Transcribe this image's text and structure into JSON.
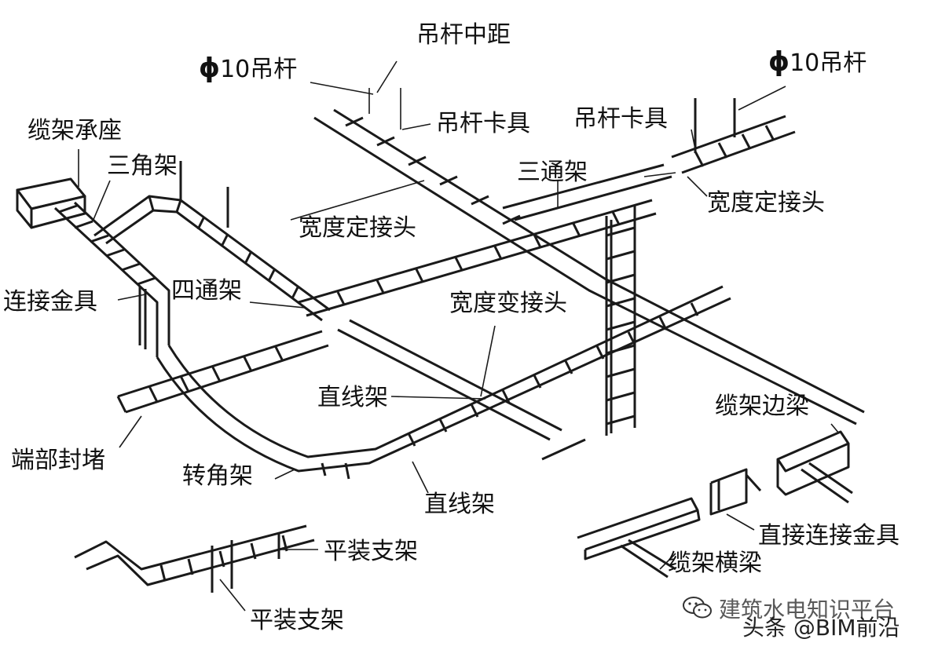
{
  "labels": {
    "hanger_spacing": "吊杆中距",
    "hanger_rod_left_sym": "ϕ",
    "hanger_rod_left_text": "10吊杆",
    "hanger_rod_right_sym": "ϕ",
    "hanger_rod_right_text": "10吊杆",
    "tray_support_seat": "缆架承座",
    "triangle_bracket": "三角架",
    "hanger_clamp_center": "吊杆卡具",
    "hanger_clamp_right": "吊杆卡具",
    "tee_tray": "三通架",
    "fixed_width_joint_right": "宽度定接头",
    "fixed_width_joint_center": "宽度定接头",
    "cross_tray": "四通架",
    "connection_fitting": "连接金具",
    "variable_width_joint": "宽度变接头",
    "straight_tray_center": "直线架",
    "end_cap": "端部封堵",
    "corner_tray": "转角架",
    "straight_tray_bottom": "直线架",
    "tray_side_beam": "缆架边梁",
    "direct_connection_fitting": "直接连接金具",
    "tray_crossbeam": "缆架横梁",
    "flat_bracket_top": "平装支架",
    "flat_bracket_bottom": "平装支架"
  },
  "watermark": {
    "line1": "建筑水电知识平台",
    "line2": "头条 @BIM前沿"
  }
}
